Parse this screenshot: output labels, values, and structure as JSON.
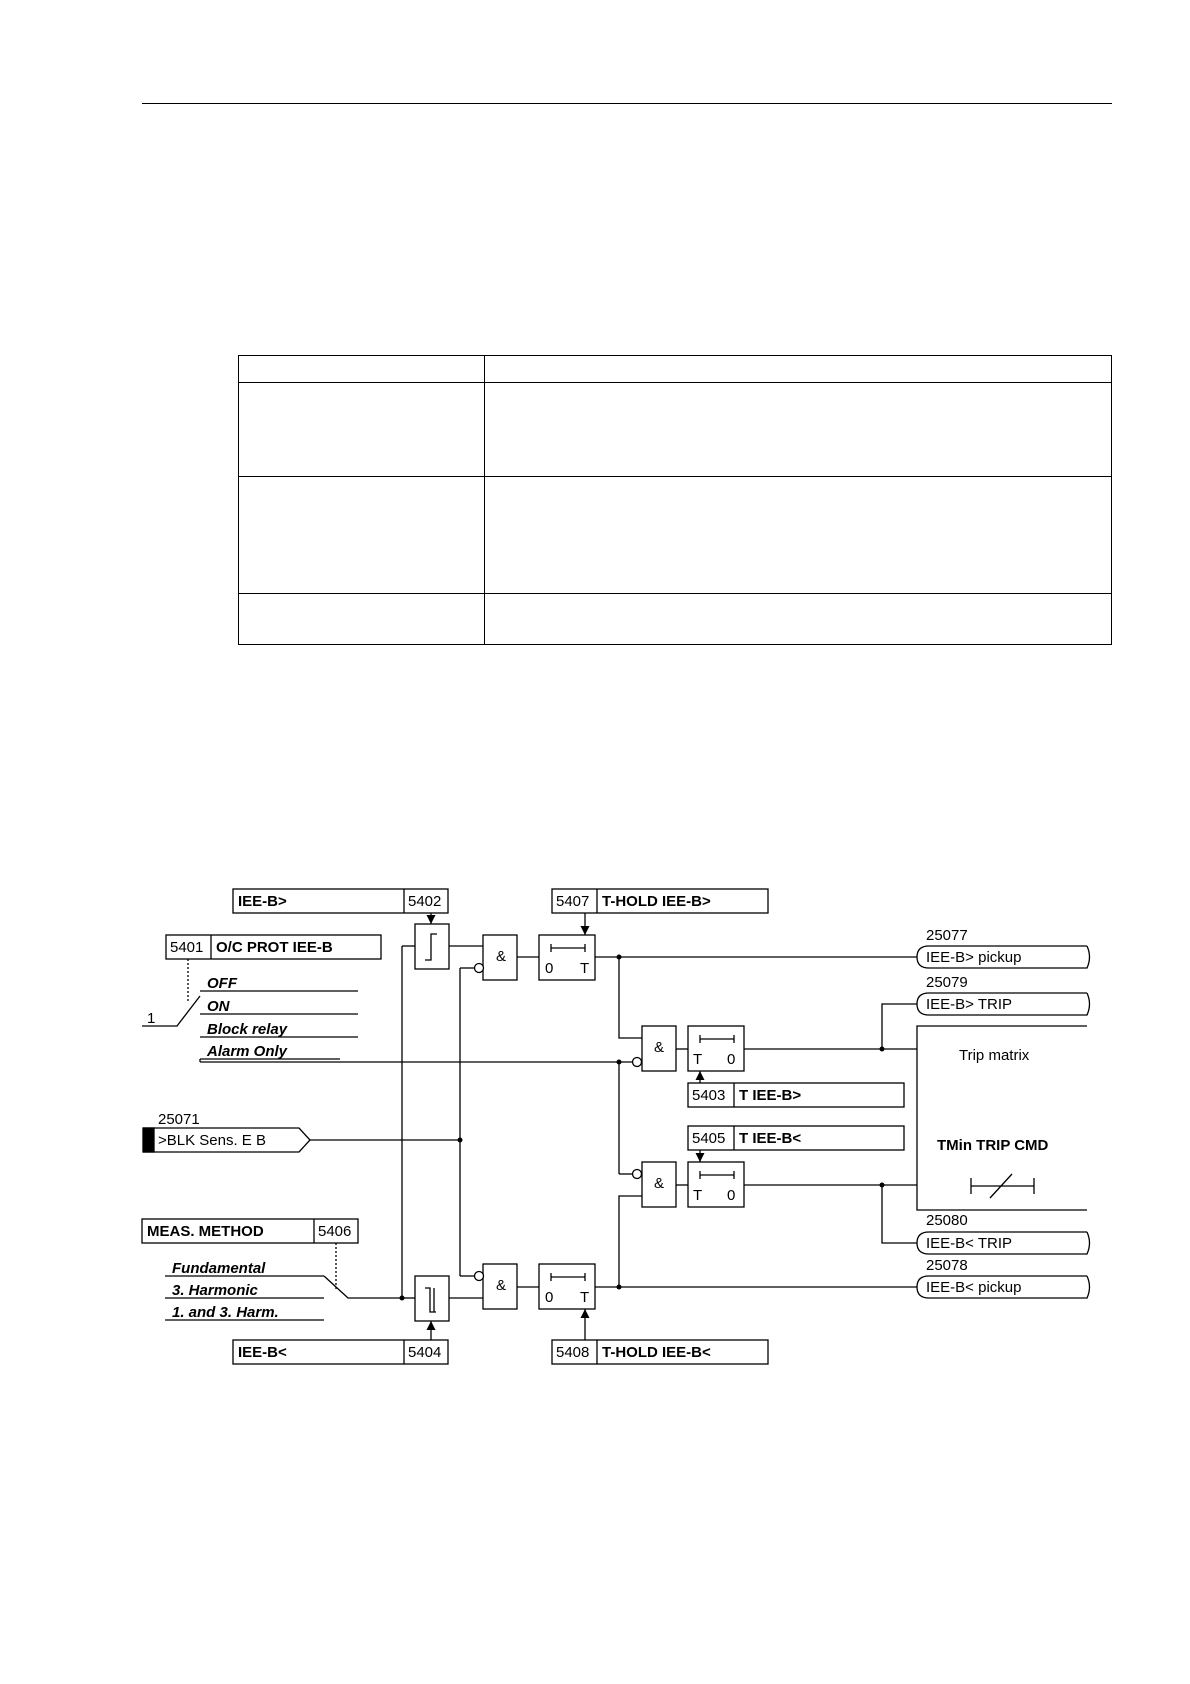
{
  "table": {
    "rows": [
      [
        "",
        ""
      ],
      [
        "",
        ""
      ],
      [
        "",
        ""
      ],
      [
        "",
        ""
      ]
    ]
  },
  "diagram": {
    "setting_ieeb_gt": {
      "name": "IEE-B>",
      "addr": "5402"
    },
    "setting_thold_gt": {
      "addr": "5407",
      "name": "T-HOLD IEE-B>"
    },
    "setting_oc_prot": {
      "addr": "5401",
      "name": "O/C PROT IEE-B"
    },
    "options_oc": [
      "OFF",
      "ON",
      "Block relay",
      "Alarm Only"
    ],
    "switch_value": "1",
    "setting_t_gt": {
      "addr": "5403",
      "name": "T IEE-B>"
    },
    "setting_t_lt": {
      "addr": "5405",
      "name": "T IEE-B<"
    },
    "blk_input": {
      "number": "25071",
      "label": ">BLK Sens. E B"
    },
    "meas_method": {
      "name": "MEAS. METHOD",
      "addr": "5406"
    },
    "options_meas": [
      "Fundamental",
      "3. Harmonic",
      "1. and 3. Harm."
    ],
    "setting_ieeb_lt": {
      "name": "IEE-B<",
      "addr": "5404"
    },
    "setting_thold_lt": {
      "addr": "5408",
      "name": "T-HOLD IEE-B<"
    },
    "outputs": [
      {
        "number": "25077",
        "label": "IEE-B> pickup"
      },
      {
        "number": "25079",
        "label": "IEE-B> TRIP"
      },
      {
        "number": "25080",
        "label": "IEE-B< TRIP"
      },
      {
        "number": "25078",
        "label": "IEE-B< pickup"
      }
    ],
    "trip_matrix": {
      "title": "Trip matrix",
      "cmd": "TMin TRIP CMD"
    },
    "and_symbol": "&",
    "timer_labels": {
      "zero": "0",
      "t": "T"
    }
  }
}
